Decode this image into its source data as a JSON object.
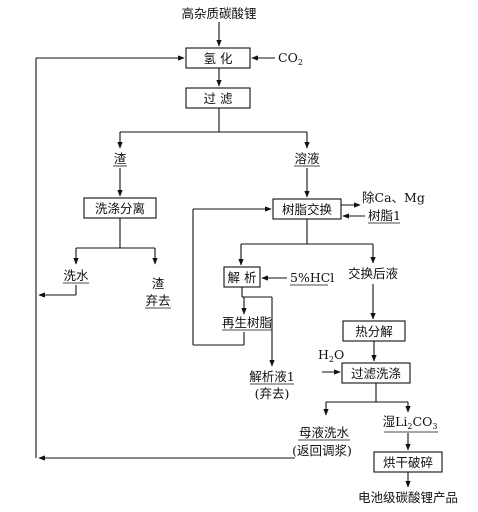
{
  "title": "高杂质碳酸锂",
  "steps": {
    "hydrogenation": "氢 化",
    "co2": "CO",
    "co2_sub": "2",
    "filter": "过 滤",
    "residue": "渣",
    "solution": "溶液",
    "wash_separate": "洗涤分离",
    "wash_water": "洗水",
    "residue2": "渣",
    "discard": "弃去",
    "resin_exchange": "树脂交换",
    "remove_ca_mg": "除Ca、Mg",
    "resin1": "树脂1",
    "desorption": "解 析",
    "hcl": "5%HCl",
    "post_exchange": "交换后液",
    "regen_resin": "再生树脂",
    "thermal_decomp": "热分解",
    "h2o": "H",
    "h2o_sub": "2",
    "h2o_end": "O",
    "filter_wash": "过滤洗涤",
    "desorb_liquid": "解析液1",
    "desorb_discard": "(弃去)",
    "mother_liquor": "母液洗水",
    "return_slurry": "(返回调浆)",
    "wet_li2co3_a": "湿Li",
    "wet_li2co3_sub1": "2",
    "wet_li2co3_b": "CO",
    "wet_li2co3_sub2": "3",
    "dry_crush": "烘干破碎",
    "product": "电池级碳酸锂产品"
  }
}
